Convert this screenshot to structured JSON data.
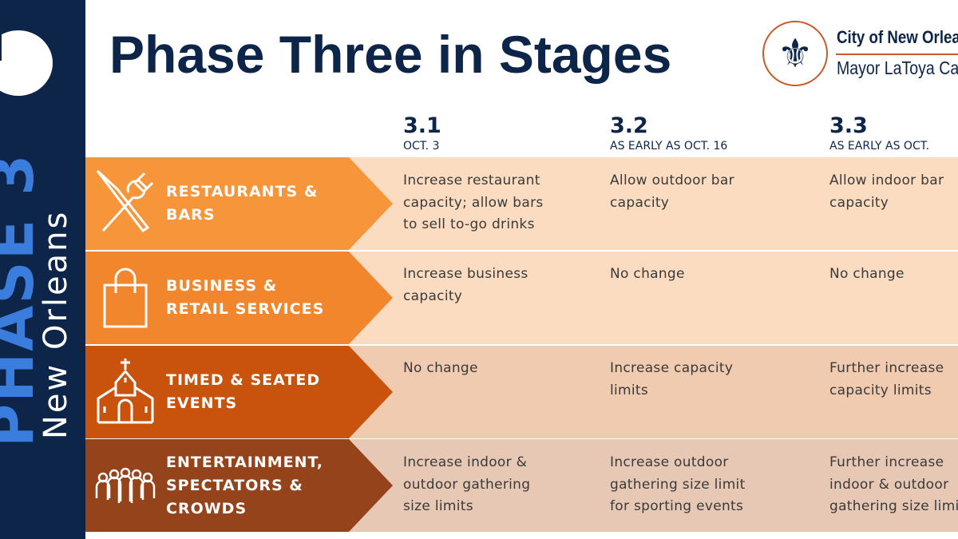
{
  "sidebar": {
    "phase": "PHASE 3",
    "city": "New Orleans"
  },
  "title": "Phase Three in Stages",
  "logo": {
    "line1": "City of New Orleans",
    "line2": "Mayor LaToya Cantrell"
  },
  "stages": [
    {
      "num": "3.1",
      "date": "OCT. 3"
    },
    {
      "num": "3.2",
      "date": "AS EARLY AS OCT. 16"
    },
    {
      "num": "3.3",
      "date": "AS EARLY AS OCT."
    }
  ],
  "rows": [
    {
      "category": [
        "RESTAURANTS &",
        "BARS"
      ],
      "icon": "fork-knife-icon",
      "color": "#f7953b",
      "bg": "#fcdcc0",
      "cells": [
        "Increase restaurant capacity; allow bars to sell to-go drinks",
        "Allow outdoor bar capacity",
        "Allow indoor bar capacity"
      ]
    },
    {
      "category": [
        "BUSINESS  &",
        "RETAIL SERVICES"
      ],
      "icon": "shopping-bag-icon",
      "color": "#f2862c",
      "bg": "#fbdcc0",
      "cells": [
        "Increase business capacity",
        "No change",
        "No change"
      ]
    },
    {
      "category": [
        "TIMED & SEATED",
        "EVENTS"
      ],
      "icon": "church-icon",
      "color": "#c9530c",
      "bg": "#f0cbb0",
      "cells": [
        "No change",
        "Increase capacity limits",
        "Further increase capacity limits"
      ]
    },
    {
      "category": [
        "ENTERTAINMENT,",
        "SPECTATORS &",
        "CROWDS"
      ],
      "icon": "crowd-icon",
      "color": "#95431a",
      "bg": "#e7c8b4",
      "cells": [
        "Increase indoor & outdoor gathering size limits",
        "Increase outdoor gathering size limit for sporting events",
        "Further increase indoor & outdoor gathering size limits"
      ]
    }
  ]
}
